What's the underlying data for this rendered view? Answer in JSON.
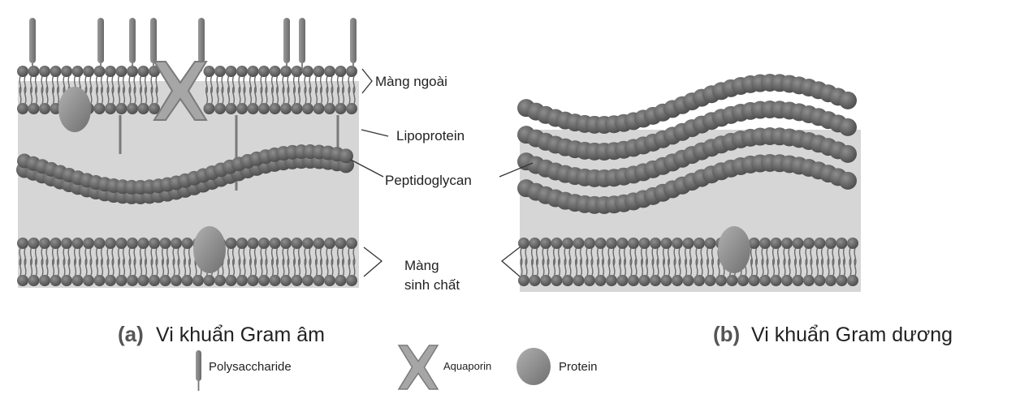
{
  "labels": {
    "outer_membrane": "Màng ngoài",
    "lipoprotein": "Lipoprotein",
    "peptidoglycan": "Peptidoglycan",
    "plasma_membrane_line1": "Màng",
    "plasma_membrane_line2": "sinh chất"
  },
  "captions": {
    "a_letter": "(a)",
    "a_text": "Vi khuẩn Gram âm",
    "b_letter": "(b)",
    "b_text": "Vi khuẩn Gram dương"
  },
  "legend": {
    "polysaccharide": "Polysaccharide",
    "aquaporin": "Aquaporin",
    "protein": "Protein"
  },
  "colors": {
    "lipid_head": "#606060",
    "periplasm": "#d6d6d6",
    "protein": "#8a8a8a",
    "polysaccharide": "#858585"
  }
}
